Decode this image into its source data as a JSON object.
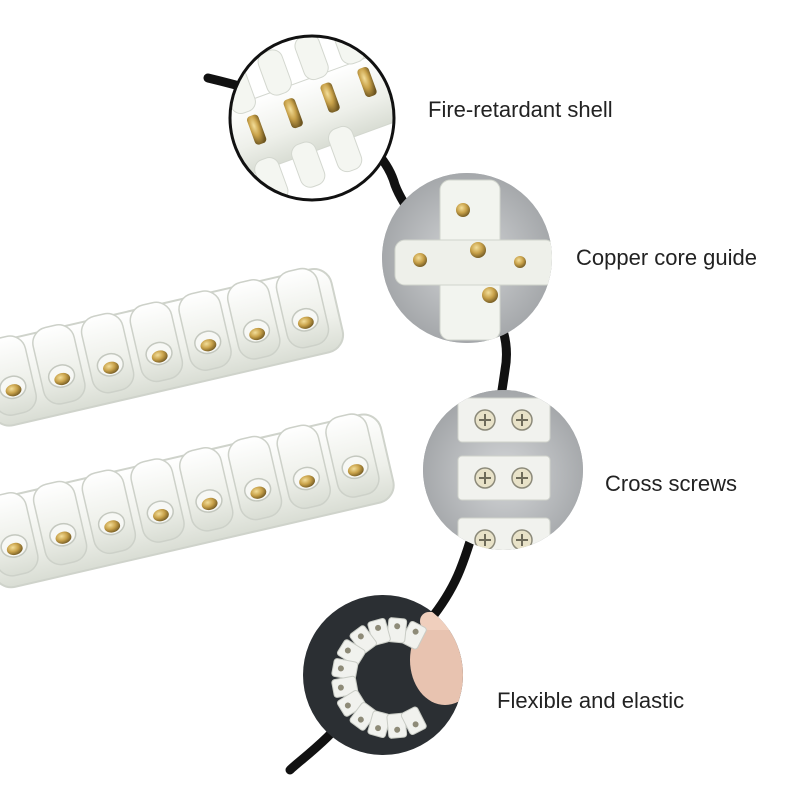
{
  "callouts": [
    {
      "id": "fire",
      "label": "Fire-retardant shell"
    },
    {
      "id": "copper",
      "label": "Copper core guide"
    },
    {
      "id": "cross",
      "label": "Cross screws"
    },
    {
      "id": "flex",
      "label": "Flexible and elastic"
    }
  ],
  "colors": {
    "background": "#ffffff",
    "wire": "#111111",
    "shell": "#eef1ec",
    "brass": "#c9a24a",
    "dark_backdrop": "#2b2f33",
    "gray_backdrop": "#b9bcbf"
  }
}
